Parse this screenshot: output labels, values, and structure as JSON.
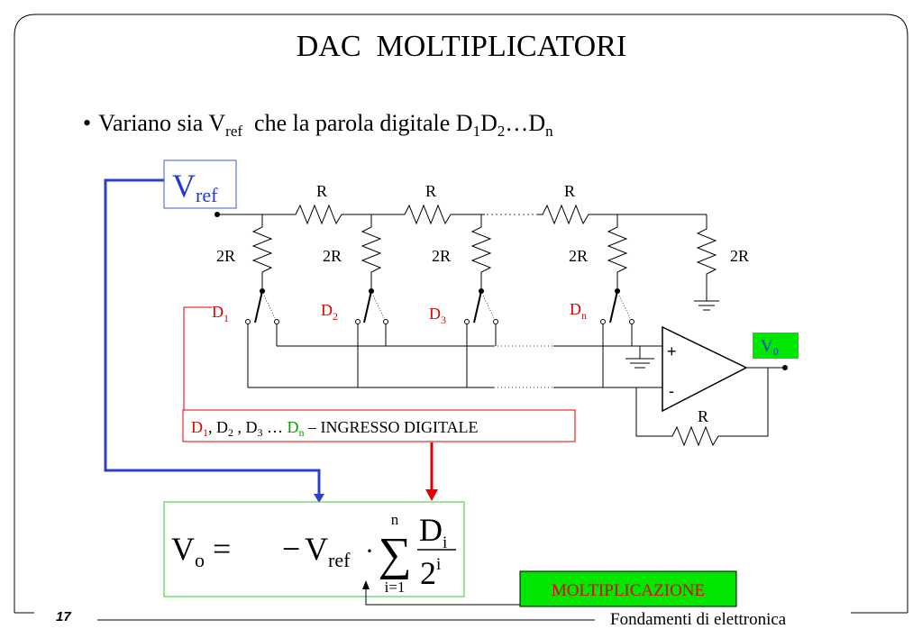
{
  "title": "DAC  MOLTIPLICATORI",
  "bullet": {
    "marker": "•",
    "text_a": "Variano sia V",
    "sub_a": "ref",
    "text_b": "  che la parola digitale D",
    "sub_1": "1",
    "text_d": "D",
    "sub_2": "2",
    "text_e": "…D",
    "sub_n": "n"
  },
  "vref_box": {
    "main": "V",
    "sub": "ref"
  },
  "resistors": {
    "series": [
      "R",
      "R",
      "R"
    ],
    "shunt": [
      "2R",
      "2R",
      "2R",
      "2R",
      "2R"
    ],
    "feedback": "R"
  },
  "switches": [
    {
      "main": "D",
      "sub": "1"
    },
    {
      "main": "D",
      "sub": "2"
    },
    {
      "main": "D",
      "sub": "3"
    },
    {
      "main": "D",
      "sub": "n"
    }
  ],
  "opamp": {
    "plus": "+",
    "minus": "-"
  },
  "output": {
    "main": "V",
    "sub": "0"
  },
  "digital_input": {
    "d1": "D",
    "d1_sub": "1",
    "d2": ", D",
    "d2_sub": "2",
    "d3": " , D",
    "d3_sub": "3",
    "dots": " … ",
    "dn": "D",
    "dn_sub": "n",
    "label": " – INGRESSO DIGITALE"
  },
  "formula": {
    "lhs": "V",
    "lhs_sub": "o",
    "eq": " =",
    "minus": "−",
    "vref": "V",
    "vref_sub": "ref",
    "dot": "·",
    "sum_top": "n",
    "sum_sym": "∑",
    "sum_bottom": "i=1",
    "num": "D",
    "num_sub": "i",
    "den": "2",
    "den_sup": "i"
  },
  "multiply_label": "MOLTIPLICAZIONE",
  "footer": {
    "page": "17",
    "course": "Fondamenti di elettronica"
  },
  "colors": {
    "red": "#e00000",
    "blue": "#1f3ad0",
    "green_label": "#00a000",
    "green_fill": "#00e600",
    "box_green": "#33cc33"
  }
}
